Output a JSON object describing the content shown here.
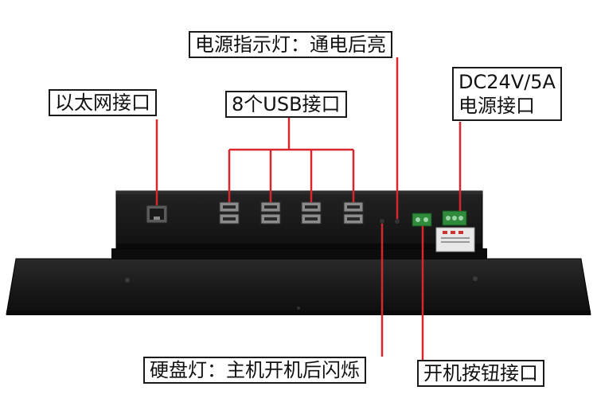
{
  "labels": {
    "ethernet": "以太网接口",
    "usb": "8个USB接口",
    "power_led": "电源指示灯：通电后亮",
    "power_spec": "DC24V/5A",
    "power_port": "电源接口",
    "hdd_led": "硬盘灯：主机开机后闪烁",
    "power_button": "开机按钮接口"
  },
  "colors": {
    "leader_line": "#d9262c",
    "chassis": "#1c1c1c",
    "panel": "#141414",
    "connector_green": "#2f8a3c"
  }
}
